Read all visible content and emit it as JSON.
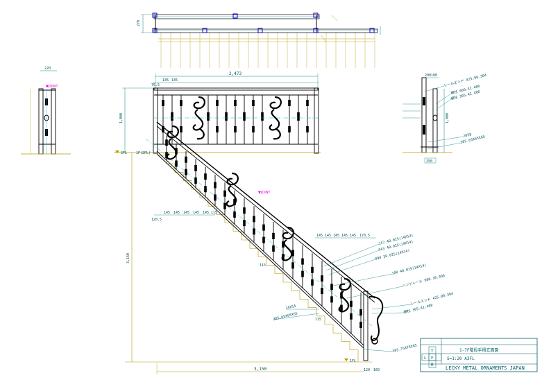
{
  "plan": {
    "width_label": "270"
  },
  "elevation": {
    "total_width": "2,473",
    "height": "1,000",
    "pitch_top": [
      "145",
      "145"
    ],
    "left_edge": "76.5",
    "floor_mark": "2FL",
    "top_level": "1F(2FL)"
  },
  "stair": {
    "height_total": "3,160",
    "base_width": "3,150",
    "pitch_bottom": [
      "145",
      "145",
      "145",
      "145",
      "145",
      "115"
    ],
    "left_offset": "120.5",
    "pitch_right": [
      "145",
      "145",
      "145",
      "145",
      "145",
      "170.5"
    ],
    "right_small": [
      "115",
      "115"
    ],
    "base_right": [
      "120",
      "160"
    ],
    "bottom_mark": "1FL",
    "joint": "▼JOINT"
  },
  "side_left": {
    "width": "220",
    "joint": "▼JOINT"
  },
  "side_right": {
    "top_label": "200100",
    "height": "1,000",
    "bottom_label": "250"
  },
  "callouts": {
    "stair": [
      "147 40.025(14X14)",
      "943 40.025(14X14)",
      "090 30.025(14X14)",
      "100 40.025(14X14)",
      "ハンドレール 000.30.304",
      "レールエンド 425.00.304",
      "親柱 305.42.400",
      "14X14",
      "305.65X65X65",
      "305.75X75X65"
    ],
    "side": [
      "レールエンド 425.00.304",
      "親柱 000.42.400",
      "親柱 305.42.400",
      "305.65X65X65",
      "2058"
    ]
  },
  "titleblock": {
    "boxes": [
      "T",
      "L",
      "F",
      "R"
    ],
    "row1": "1-7F階段手摺立面図",
    "row2": "S=1:20 A3FL",
    "company": "LECKY METAL ORNAMENTS JAPAN"
  },
  "colors": {
    "line": "#000000",
    "dimension": "#008080",
    "level": "#b59a00",
    "center": "#00b4c8",
    "accent": "#e000e0",
    "fitting": "#0000c8"
  }
}
